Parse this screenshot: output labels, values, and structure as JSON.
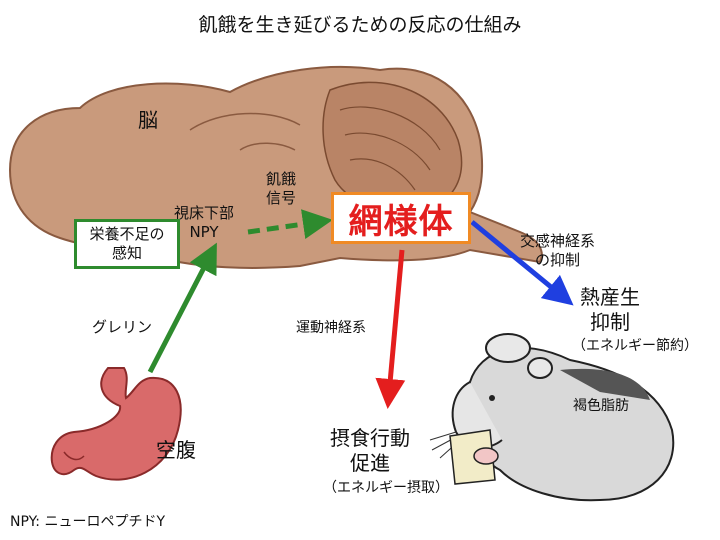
{
  "title": "飢餓を生き延びるための反応の仕組み",
  "labels": {
    "brain": "脳",
    "hypothalamus_line1": "視床下部",
    "hypothalamus_line2": "NPY",
    "hunger_signal_line1": "飢餓",
    "hunger_signal_line2": "信号",
    "reticular": "網様体",
    "undernutrition_line1": "栄養不足の",
    "undernutrition_line2": "感知",
    "ghrelin": "グレリン",
    "empty_stomach": "空腹",
    "motor_nerve": "運動神経系",
    "feeding_line1": "摂食行動",
    "feeding_line2": "促進",
    "feeding_line3": "（エネルギー摂取）",
    "sympathetic_line1": "交感神経系",
    "sympathetic_line2": "の抑制",
    "thermogenesis_line1": "熱産生",
    "thermogenesis_line2": "抑制",
    "thermogenesis_line3": "（エネルギー節約）",
    "brown_fat": "褐色脂肪",
    "footnote": "NPY: ニューロペプチドY"
  },
  "colors": {
    "green": "#2e8b2e",
    "orange": "#f08a24",
    "red": "#e41e1e",
    "blue": "#1f3fe0",
    "brain": "#c99a7c",
    "stomach": "#d96a6a",
    "mouse": "#d9d9d9"
  },
  "icons": [
    "brain-illustration",
    "stomach-illustration",
    "mouse-illustration"
  ]
}
